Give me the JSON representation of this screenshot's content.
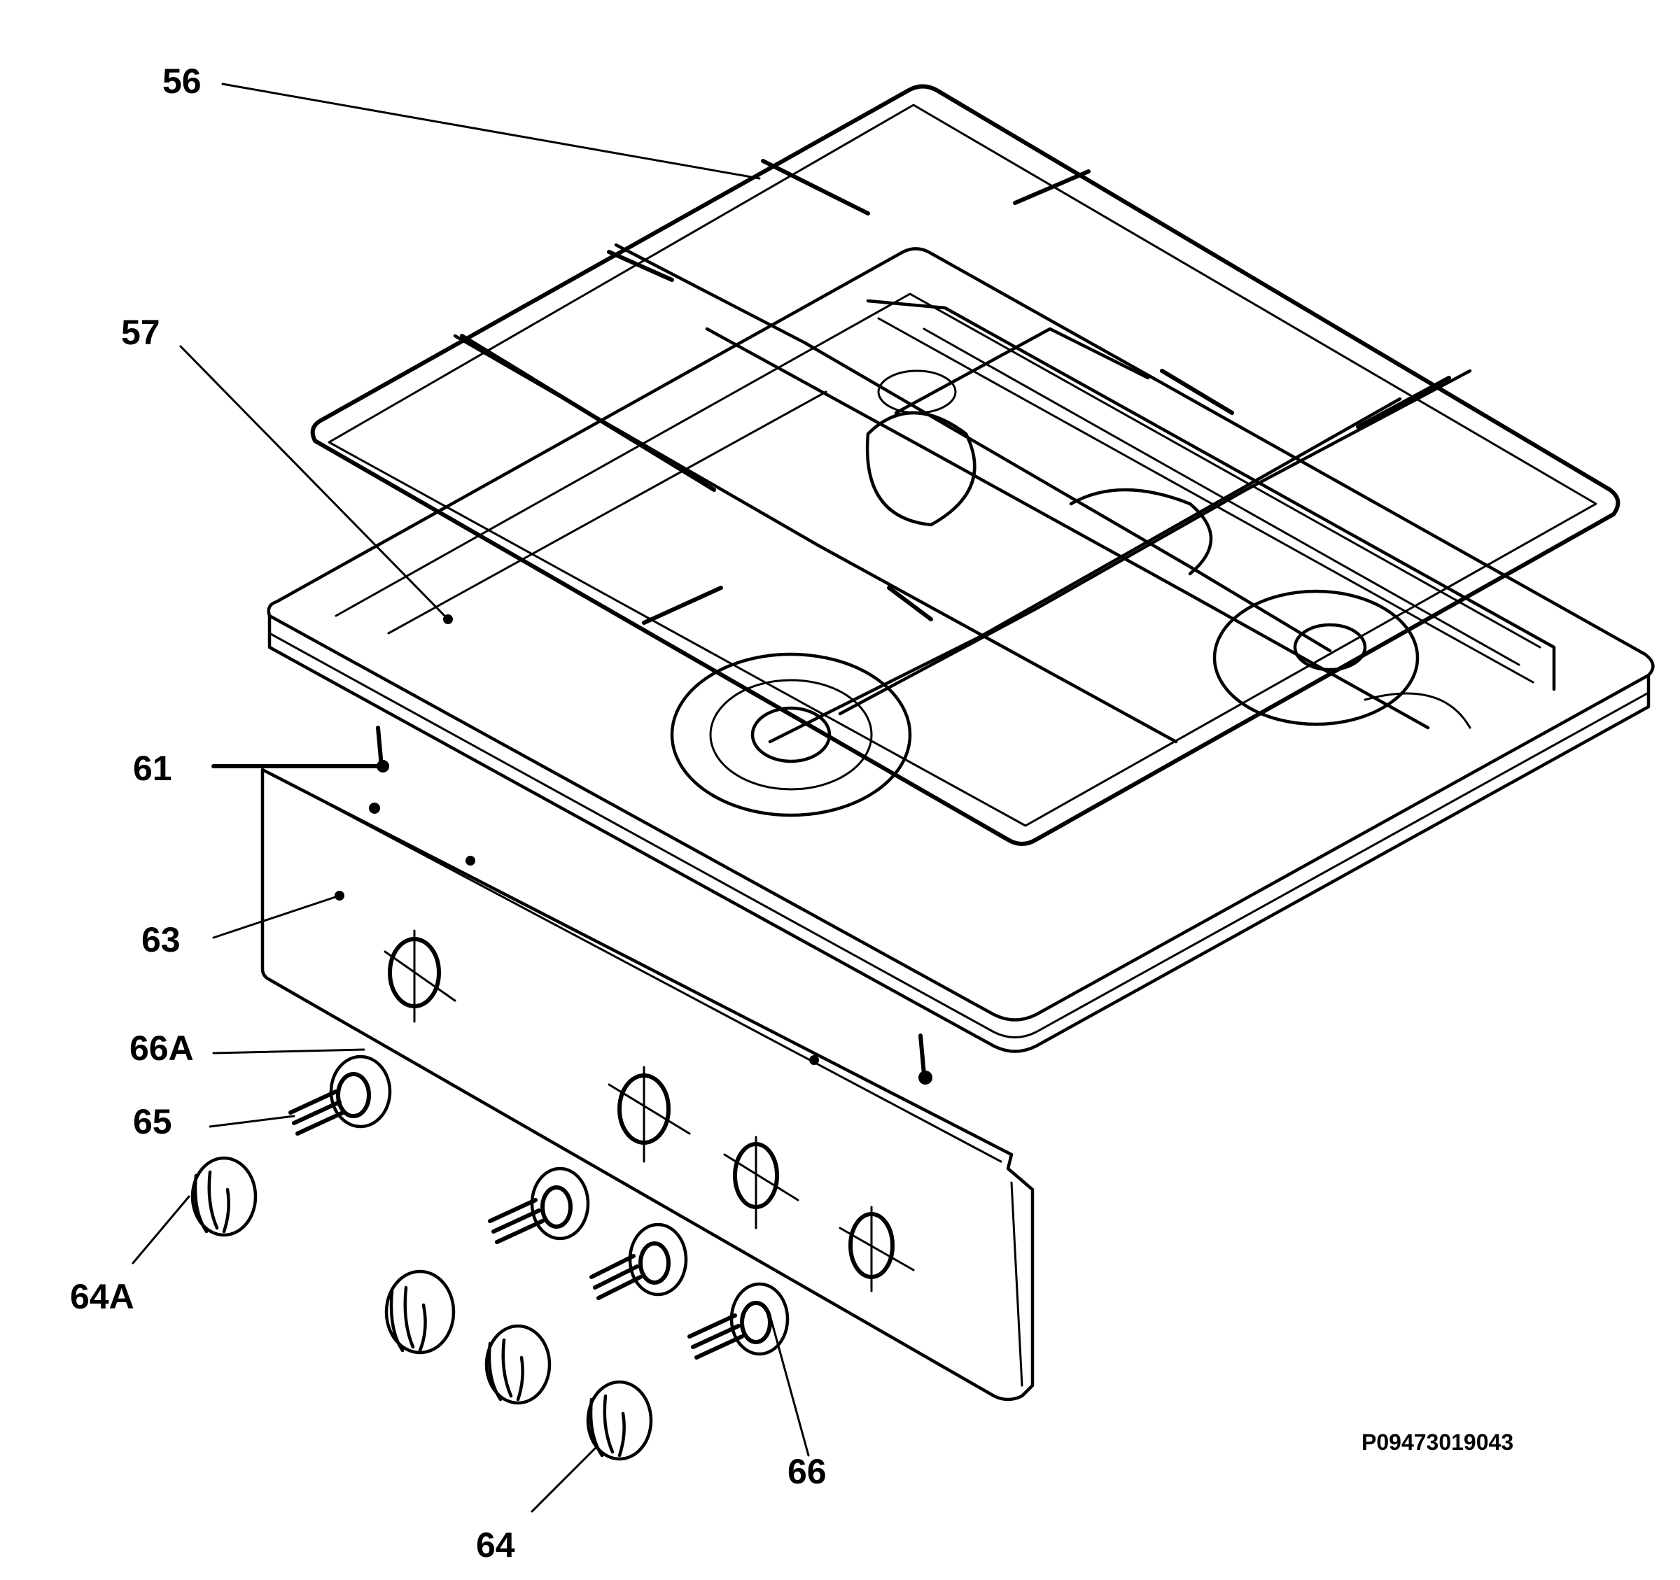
{
  "callouts": {
    "c56": "56",
    "c57": "57",
    "c61": "61",
    "c63": "63",
    "c66a": "66A",
    "c65": "65",
    "c64a": "64A",
    "c66": "66",
    "c64": "64"
  },
  "drawing_code": "P09473019043"
}
